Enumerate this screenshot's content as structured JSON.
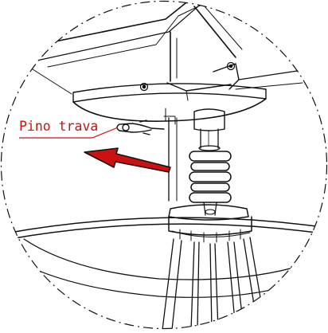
{
  "callout": {
    "label": "Pino trava",
    "color": "#cc1111"
  },
  "colors": {
    "line": "#111111",
    "arrow": "#cc1111",
    "background": "#ffffff"
  },
  "icons": [
    "detail-circle",
    "direction-arrow",
    "lock-pin-icon",
    "screw-icon"
  ]
}
